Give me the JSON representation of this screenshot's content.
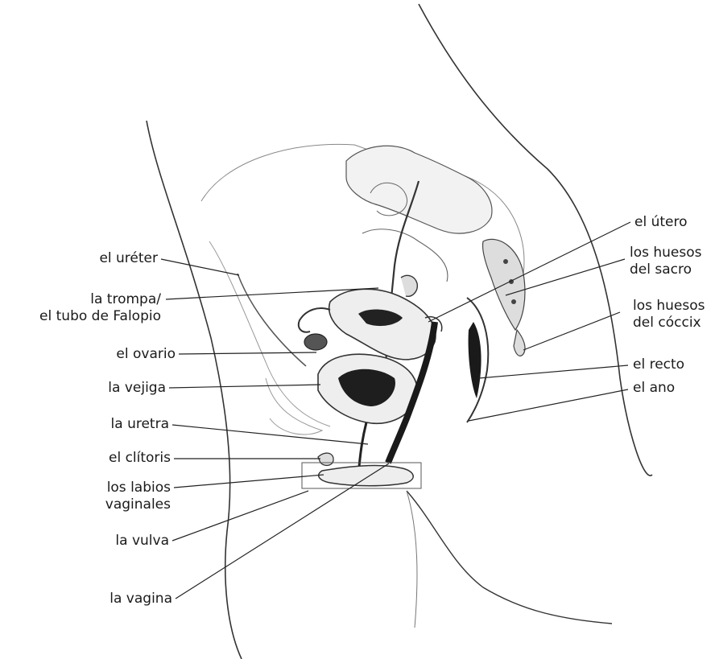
{
  "labels": {
    "ureter": "el uréter",
    "trompa_1": "la trompa/",
    "trompa_2": "el tubo de Falopio",
    "ovario": "el ovario",
    "vejiga": "la vejiga",
    "uretra": "la uretra",
    "clitoris": "el clítoris",
    "labios_1": "los labios",
    "labios_2": "vaginales",
    "vulva": "la vulva",
    "vagina": "la vagina",
    "utero": "el útero",
    "sacro_1": "los huesos",
    "sacro_2": "del sacro",
    "coccix_1": "los huesos",
    "coccix_2": "del cóccix",
    "recto": "el recto",
    "ano": "el ano"
  },
  "colors": {
    "ink": "#1a1a1a",
    "organ_dark": "#222222",
    "outline": "#333333",
    "background": "#ffffff"
  }
}
